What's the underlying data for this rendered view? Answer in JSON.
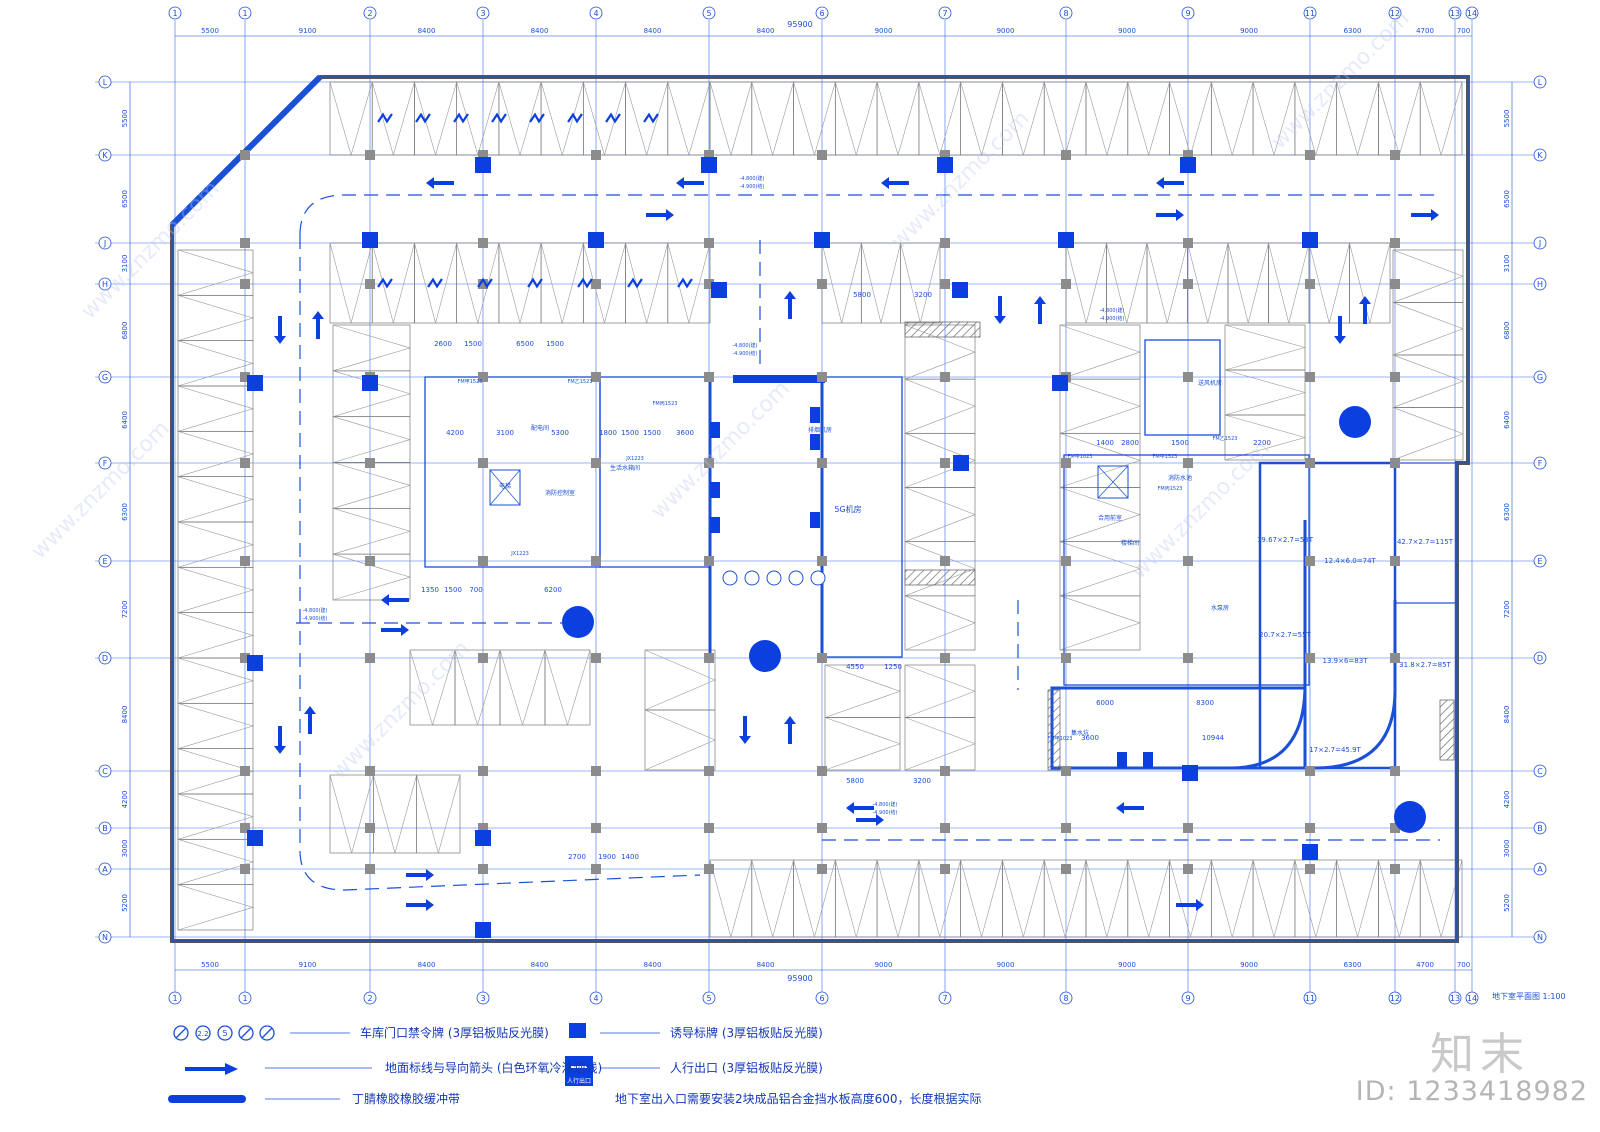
{
  "drawing": {
    "title": "地下室平面图 1:100",
    "total_dim": "95900",
    "col_labels_top": [
      "①",
      "①",
      "②",
      "③",
      "④",
      "⑤",
      "⑥",
      "⑦",
      "⑧",
      "⑨",
      "⑪",
      "⑫",
      "⑬",
      "⑭"
    ],
    "col_dims": [
      "5500",
      "9100",
      "8400",
      "8400",
      "8400",
      "8400",
      "9000",
      "9000",
      "9000",
      "9000",
      "6300",
      "4700",
      "700"
    ],
    "row_labels": [
      "L",
      "K",
      "J",
      "H",
      "G",
      "F",
      "E",
      "D",
      "C",
      "B",
      "A",
      "N"
    ],
    "row_dims": [
      "5500",
      "6500",
      "3100",
      "6800",
      "6400",
      "6300",
      "7200",
      "8400",
      "4200",
      "3000",
      "5200"
    ],
    "room_labels": [
      "5G机房",
      "配电间",
      "消防控制室",
      "楼梯间",
      "合用前室",
      "排烟机房",
      "送风机房",
      "水泵房",
      "生活水箱间",
      "消防水池",
      "集水坑",
      "电梯"
    ],
    "tank_labels": [
      "42.7×2.7=115T",
      "19.67×2.7=53T",
      "12.4×6.0=74T",
      "20.7×2.7=55T",
      "13.9×6=83T",
      "31.8×2.7=85T",
      "17×2.7=45.9T"
    ],
    "dim_labels": [
      "2600",
      "1500",
      "6500",
      "1500",
      "4200",
      "3100",
      "5300",
      "1800",
      "1500",
      "1500",
      "3600",
      "5800",
      "3200",
      "4550",
      "1250",
      "6000",
      "8300",
      "3600",
      "10944",
      "1350",
      "1500",
      "700",
      "6200",
      "2700",
      "1900",
      "1400",
      "5800",
      "3200",
      "1400",
      "2800",
      "1500",
      "2200"
    ],
    "level_labels": [
      "-4.800(建)",
      "-4.900(结)"
    ],
    "door_labels": [
      "FM甲1523",
      "FM乙1523",
      "FM丙1523",
      "JX1223",
      "FM甲1023"
    ]
  },
  "legend": {
    "item1": "车库门口禁令牌 (3厚铝板贴反光膜)",
    "item2": "诱导标牌 (3厚铝板贴反光膜)",
    "item3": "地面标线与导向箭头 (白色环氧冷涂划线)",
    "item4": "人行出口 (3厚铝板贴反光膜)",
    "item5": "丁腈橡胶橡胶缓冲带",
    "note": "地下室出入口需要安装2块成品铝合金挡水板高度600，长度根据实际",
    "exit_sign_text": "人行出口",
    "ban_signs": [
      "⊘",
      "2.2",
      "5",
      "⊘",
      "⊘"
    ]
  },
  "watermark": {
    "brand": "知末",
    "id": "ID: 1233418982",
    "site": "www.znzmo.com"
  },
  "colors": {
    "line": "#1a4fd8",
    "grid": "#3b6cf0",
    "fill": "#0b3fe0",
    "column": "#8c8c8c",
    "hatch": "#6b6b6b"
  }
}
